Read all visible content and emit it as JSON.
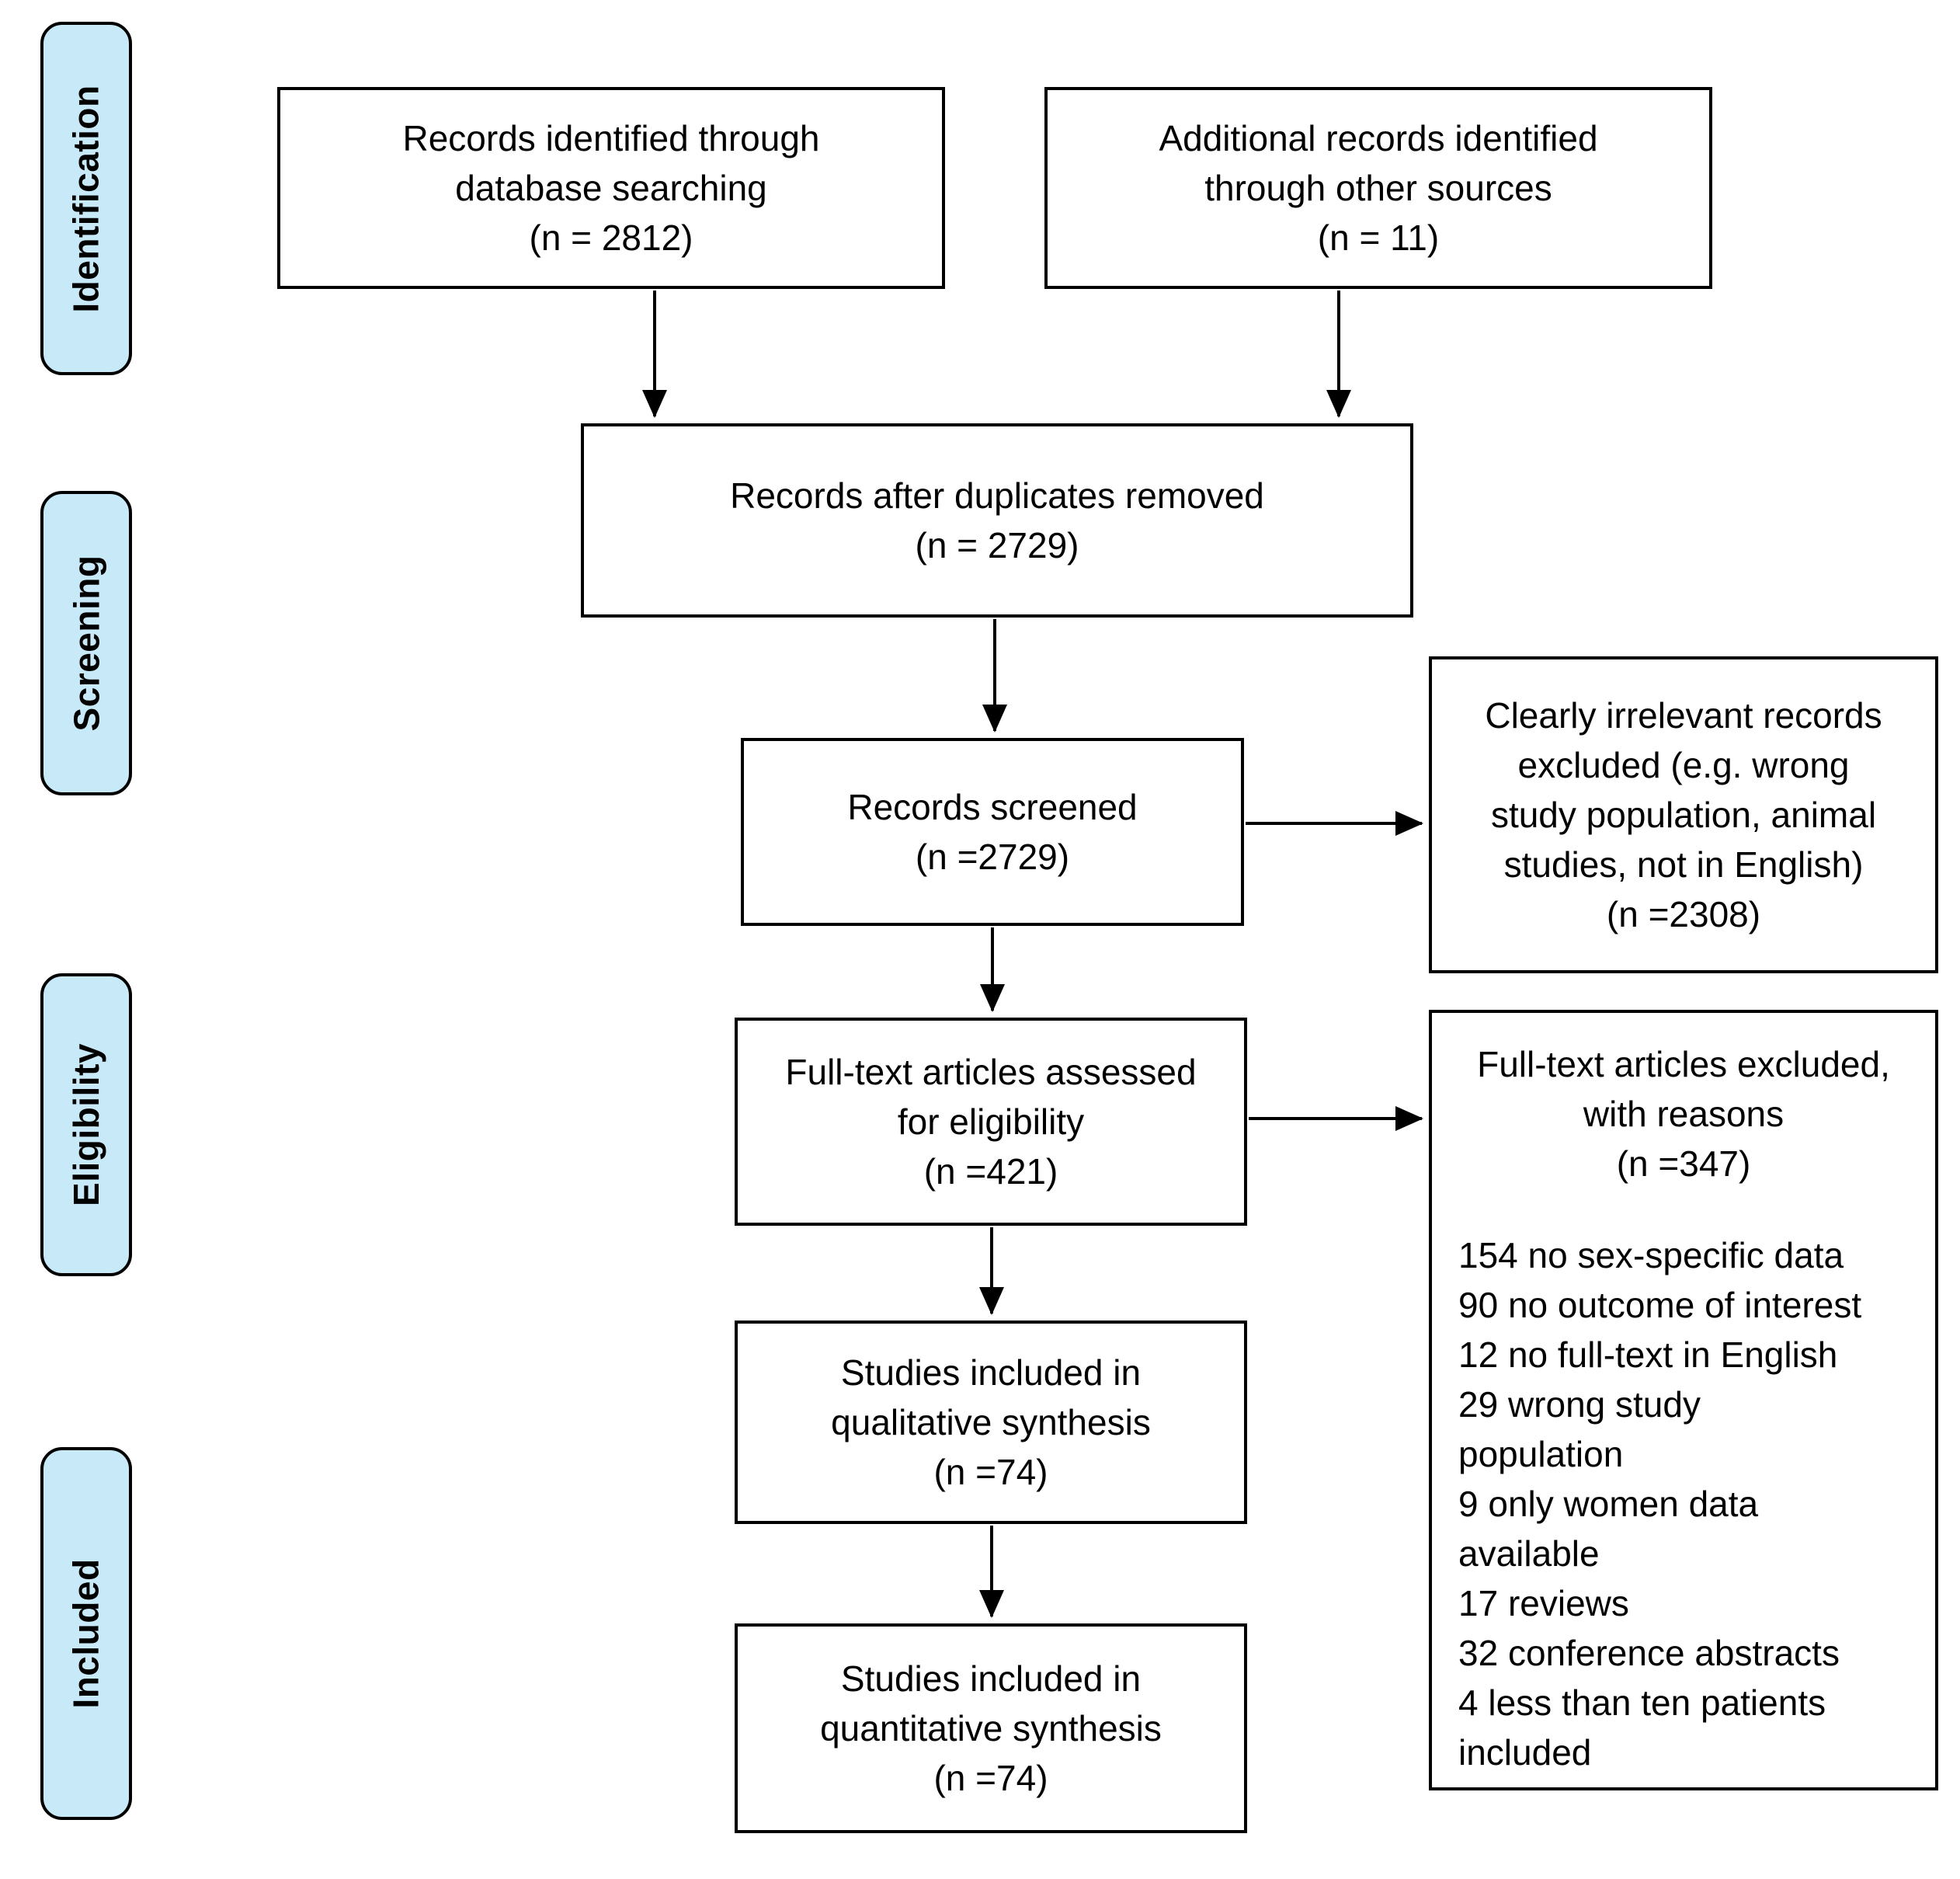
{
  "stages": [
    {
      "label": "Identification"
    },
    {
      "label": "Screening"
    },
    {
      "label": "Eligibility"
    },
    {
      "label": "Included"
    }
  ],
  "boxes": {
    "identified": {
      "lines": [
        "Records identified through",
        "database searching",
        "(n = 2812)"
      ]
    },
    "additional": {
      "lines": [
        "Additional records identified",
        "through other sources",
        "(n = 11)"
      ]
    },
    "deduplicated": {
      "lines": [
        "Records after duplicates removed",
        "(n = 2729)"
      ]
    },
    "screened": {
      "lines": [
        "Records screened",
        "(n =2729)"
      ]
    },
    "irrelevant_excluded": {
      "lines": [
        "Clearly irrelevant records",
        "excluded (e.g. wrong",
        "study population, animal",
        "studies, not in English)",
        "(n =2308)"
      ]
    },
    "fulltext_assessed": {
      "lines": [
        "Full-text articles assessed",
        "for eligibility",
        "(n =421)"
      ]
    },
    "fulltext_excluded": {
      "header_lines": [
        "Full-text articles excluded,",
        "with reasons",
        "(n =347)"
      ],
      "reasons": [
        "154 no sex-specific data",
        "90 no outcome of interest",
        "12 no full-text in English",
        "29 wrong study\npopulation",
        "9 only women data\navailable",
        "17 reviews",
        "32 conference abstracts",
        "4 less than ten patients\nincluded"
      ]
    },
    "qualitative": {
      "lines": [
        "Studies included in",
        "qualitative synthesis",
        "(n =74)"
      ]
    },
    "quantitative": {
      "lines": [
        "Studies included in",
        "quantitative synthesis",
        "(n =74)"
      ]
    }
  },
  "colors": {
    "stage_fill": "#c8e9f8",
    "box_background": "#ffffff",
    "border": "#000000",
    "text": "#000000",
    "background": "#ffffff"
  }
}
